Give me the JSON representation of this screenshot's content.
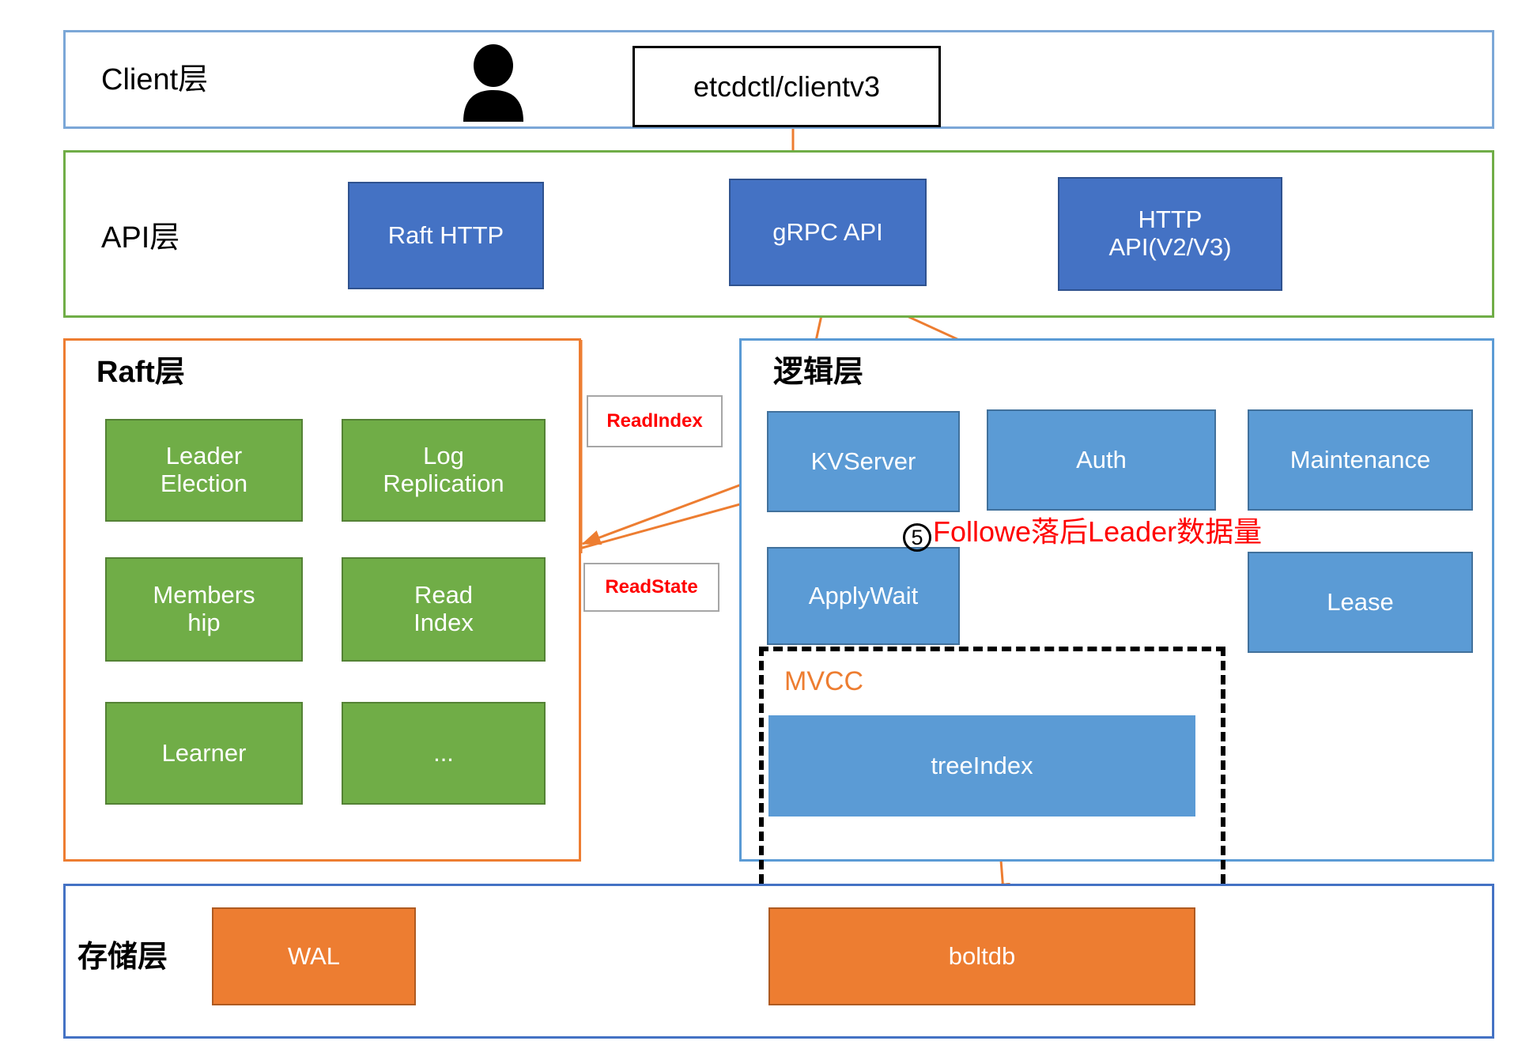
{
  "diagram": {
    "title": "etcd architecture layers",
    "colors": {
      "client_border": "#7BA7D7",
      "api_border": "#70AD47",
      "raft_border": "#ED7D31",
      "logic_border": "#5B9BD5",
      "storage_border": "#4472C4",
      "node_dark_blue": "#4472C4",
      "node_green": "#70AD47",
      "node_light_blue": "#5B9BD5",
      "node_orange": "#ED7D31",
      "arrow_orange": "#ED7D31",
      "arrow_blue": "#4472C4",
      "annotation_red": "#FF0000",
      "mvcc_label_orange": "#ED7D31"
    }
  },
  "layers": {
    "client": {
      "title": "Client层"
    },
    "api": {
      "title": "API层"
    },
    "raft": {
      "title": "Raft层"
    },
    "logic": {
      "title": "逻辑层"
    },
    "storage": {
      "title": "存储层"
    }
  },
  "client_layer": {
    "person_icon": "user-icon",
    "arrow_icon": "arrow-right-icon",
    "client_box": "etcdctl/clientv3"
  },
  "api_layer": {
    "boxes": [
      {
        "label": "Raft HTTP"
      },
      {
        "label": "gRPC API"
      },
      {
        "label": "HTTP\nAPI(V2/V3)"
      }
    ]
  },
  "raft_layer": {
    "boxes": [
      {
        "label": "Leader\nElection"
      },
      {
        "label": "Log\nReplication"
      },
      {
        "label": "Members\nhip"
      },
      {
        "label": "Read\nIndex"
      },
      {
        "label": "Learner"
      },
      {
        "label": "..."
      }
    ]
  },
  "middle_labels": [
    {
      "label": "ReadIndex"
    },
    {
      "label": "ReadState"
    }
  ],
  "logic_layer": {
    "boxes": [
      {
        "label": "KVServer"
      },
      {
        "label": "Auth"
      },
      {
        "label": "Maintenance"
      },
      {
        "label": "ApplyWait"
      },
      {
        "label": "Lease"
      }
    ],
    "mvcc": {
      "label": "MVCC",
      "boxes": [
        {
          "label": "treeIndex"
        }
      ]
    }
  },
  "storage_layer": {
    "boxes": [
      {
        "label": "WAL"
      },
      {
        "label": "boltdb"
      }
    ]
  },
  "annotation": {
    "number": "5",
    "text": "Followe落后Leader数据量"
  }
}
